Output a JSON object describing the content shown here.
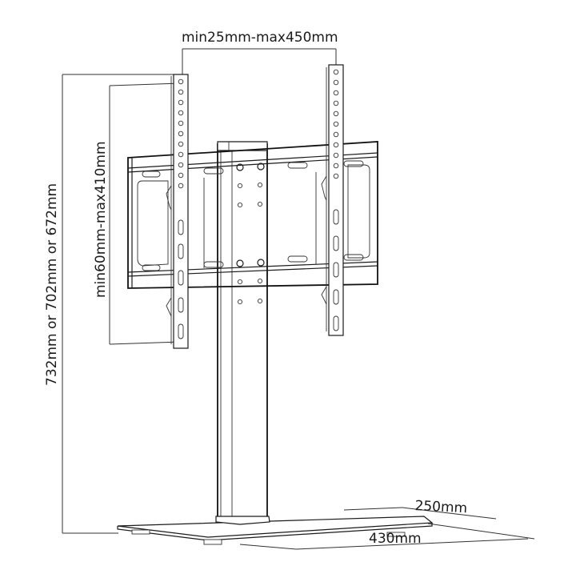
{
  "diagram": {
    "subject": "TV floor/table stand with VESA wall plate",
    "line_color": "#1a1a1a",
    "background": "#ffffff",
    "dimensions": {
      "vesa_width": "min25mm-max450mm",
      "vesa_height": "min60mm-max410mm",
      "overall_height": "732mm or 702mm or 672mm",
      "base_depth": "250mm",
      "base_width": "430mm"
    }
  }
}
